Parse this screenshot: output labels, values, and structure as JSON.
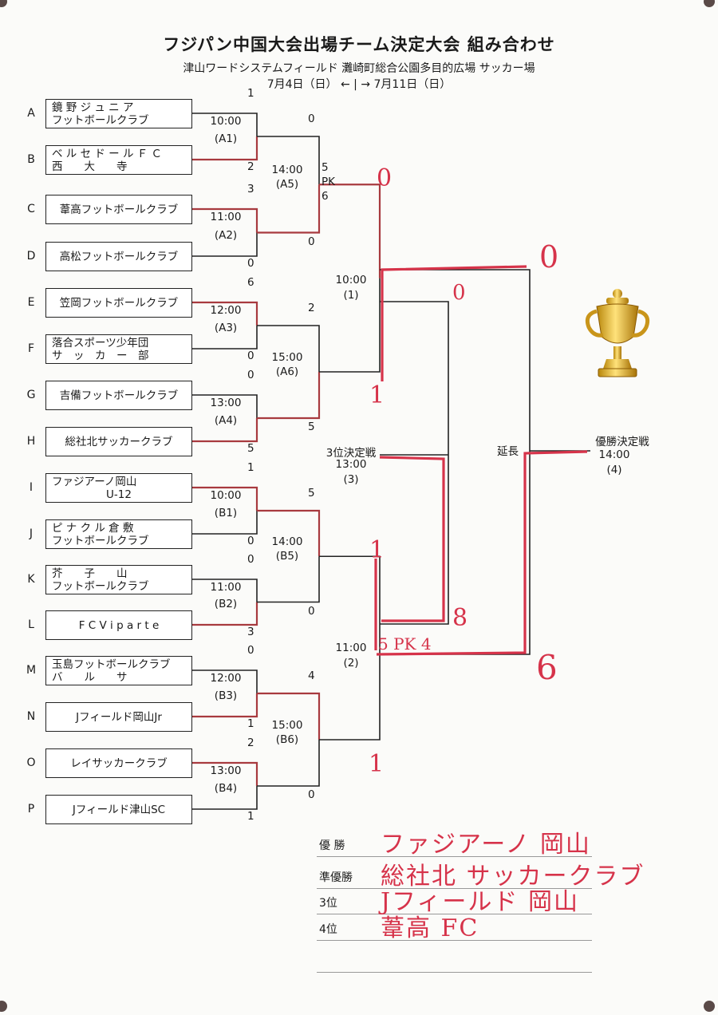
{
  "header": {
    "title": "フジパン中国大会出場チーム決定大会 組み合わせ",
    "subtitle": "津山ワードシステムフィールド 灘崎町総合公園多目的広場 サッカー場",
    "dates": "7月4日（日） ←  |  → 7月11日（日）"
  },
  "teams": [
    {
      "letter": "A",
      "l1": "鏡 野 ジ ュ ニ ア",
      "l2": "フットボールクラブ"
    },
    {
      "letter": "B",
      "l1": "ベ ル セ ド ー ル Ｆ Ｃ",
      "l2": "西　　大　　寺"
    },
    {
      "letter": "C",
      "l1": "葦高フットボールクラブ",
      "l2": ""
    },
    {
      "letter": "D",
      "l1": "高松フットボールクラブ",
      "l2": ""
    },
    {
      "letter": "E",
      "l1": "笠岡フットボールクラブ",
      "l2": ""
    },
    {
      "letter": "F",
      "l1": "落合スポーツ少年団",
      "l2": "サ　ッ　カ　ー　部"
    },
    {
      "letter": "G",
      "l1": "吉備フットボールクラブ",
      "l2": ""
    },
    {
      "letter": "H",
      "l1": "総社北サッカークラブ",
      "l2": ""
    },
    {
      "letter": "I",
      "l1": "ファジアーノ岡山",
      "l2": "U-12"
    },
    {
      "letter": "J",
      "l1": "ピ ナ ク ル 倉 敷",
      "l2": "フットボールクラブ"
    },
    {
      "letter": "K",
      "l1": "芥　　子　　山",
      "l2": "フットボールクラブ"
    },
    {
      "letter": "L",
      "l1": "F C  V i p a r t e",
      "l2": ""
    },
    {
      "letter": "M",
      "l1": "玉島フットボールクラブ",
      "l2": "バ　　ル　　サ"
    },
    {
      "letter": "N",
      "l1": "Jフィールド岡山Jr",
      "l2": ""
    },
    {
      "letter": "O",
      "l1": "レイサッカークラブ",
      "l2": ""
    },
    {
      "letter": "P",
      "l1": "Jフィールド津山SC",
      "l2": ""
    }
  ],
  "round1": [
    {
      "time": "10:00",
      "code": "(A1)",
      "s_top": "1",
      "s_bot": "2"
    },
    {
      "time": "11:00",
      "code": "(A2)",
      "s_top": "3",
      "s_bot": "0"
    },
    {
      "time": "12:00",
      "code": "(A3)",
      "s_top": "6",
      "s_bot": "0"
    },
    {
      "time": "13:00",
      "code": "(A4)",
      "s_top": "0",
      "s_bot": "5"
    },
    {
      "time": "10:00",
      "code": "(B1)",
      "s_top": "1",
      "s_bot": "0"
    },
    {
      "time": "11:00",
      "code": "(B2)",
      "s_top": "0",
      "s_bot": "3"
    },
    {
      "time": "12:00",
      "code": "(B3)",
      "s_top": "0",
      "s_bot": "1"
    },
    {
      "time": "13:00",
      "code": "(B4)",
      "s_top": "2",
      "s_bot": "1"
    }
  ],
  "round2": [
    {
      "time": "14:00",
      "code": "(A5)",
      "s_top": "0",
      "s_bot": "0",
      "pk": "5\nPK\n6"
    },
    {
      "time": "15:00",
      "code": "(A6)",
      "s_top": "2",
      "s_bot": "5"
    },
    {
      "time": "14:00",
      "code": "(B5)",
      "s_top": "5",
      "s_bot": "0"
    },
    {
      "time": "15:00",
      "code": "(B6)",
      "s_top": "4",
      "s_bot": "0"
    }
  ],
  "semis": [
    {
      "time": "10:00",
      "code": "(1)"
    },
    {
      "time": "11:00",
      "code": "(2)"
    }
  ],
  "third_place": {
    "label": "3位決定戦",
    "time": "13:00",
    "code": "(3)"
  },
  "final": {
    "label": "優勝決定戦",
    "time": "14:00",
    "code": "(4)",
    "extra": "延長"
  },
  "handwritten": {
    "sf1_top": "0",
    "sf1_bot": "1",
    "sf2_top": "1",
    "sf2_bot": "1",
    "sf2_bot_pk": "5 PK 4",
    "third_top": "0",
    "third_bot": "8",
    "final_top": "0",
    "final_bot": "6"
  },
  "results": [
    {
      "label": "優 勝",
      "value": "ファジアーノ 岡山"
    },
    {
      "label": "準優勝",
      "value": "総社北 サッカークラブ"
    },
    {
      "label": "3位",
      "value": "Jフィールド 岡山"
    },
    {
      "label": "4位",
      "value": "葦高 FC"
    },
    {
      "label": "",
      "value": ""
    }
  ],
  "colors": {
    "winner": "#a83a3f",
    "ink": "#222222",
    "hand": "#d6334a"
  }
}
